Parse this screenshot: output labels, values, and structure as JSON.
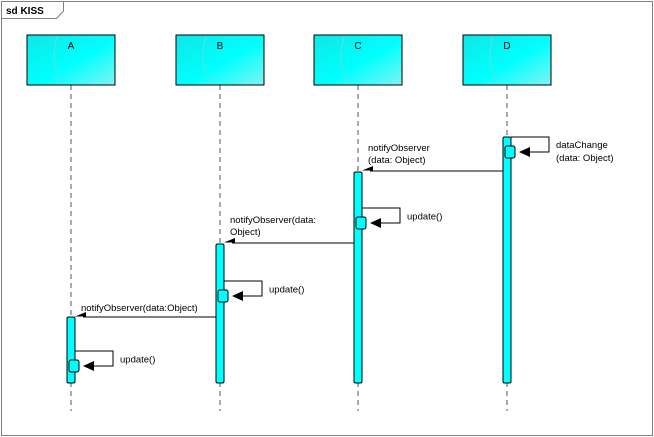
{
  "frame": {
    "label": "sd KISS"
  },
  "lifelines": [
    {
      "id": "A",
      "label": "A"
    },
    {
      "id": "B",
      "label": "B"
    },
    {
      "id": "C",
      "label": "C"
    },
    {
      "id": "D",
      "label": "D"
    }
  ],
  "messages": [
    {
      "from": "D",
      "to": "D",
      "type": "self",
      "label_lines": [
        "dataChange",
        "(data: Object)"
      ]
    },
    {
      "from": "D",
      "to": "C",
      "type": "call",
      "label_lines": [
        "notifyObserver",
        "(data: Object)"
      ]
    },
    {
      "from": "C",
      "to": "C",
      "type": "self",
      "label_lines": [
        "update()"
      ]
    },
    {
      "from": "C",
      "to": "B",
      "type": "call",
      "label_lines": [
        "notifyObserver(data:",
        "Object)"
      ]
    },
    {
      "from": "B",
      "to": "B",
      "type": "self",
      "label_lines": [
        "update()"
      ]
    },
    {
      "from": "B",
      "to": "A",
      "type": "call",
      "label_lines": [
        "notifyObserver(data:Object)"
      ]
    },
    {
      "from": "A",
      "to": "A",
      "type": "self",
      "label_lines": [
        "update()"
      ]
    }
  ],
  "colors": {
    "lifeline_fill": "#00FFFF",
    "lifeline_stroke": "#000000",
    "activation_fill": "#00FFFF",
    "frame_stroke": "#808080",
    "text": "#000000"
  }
}
